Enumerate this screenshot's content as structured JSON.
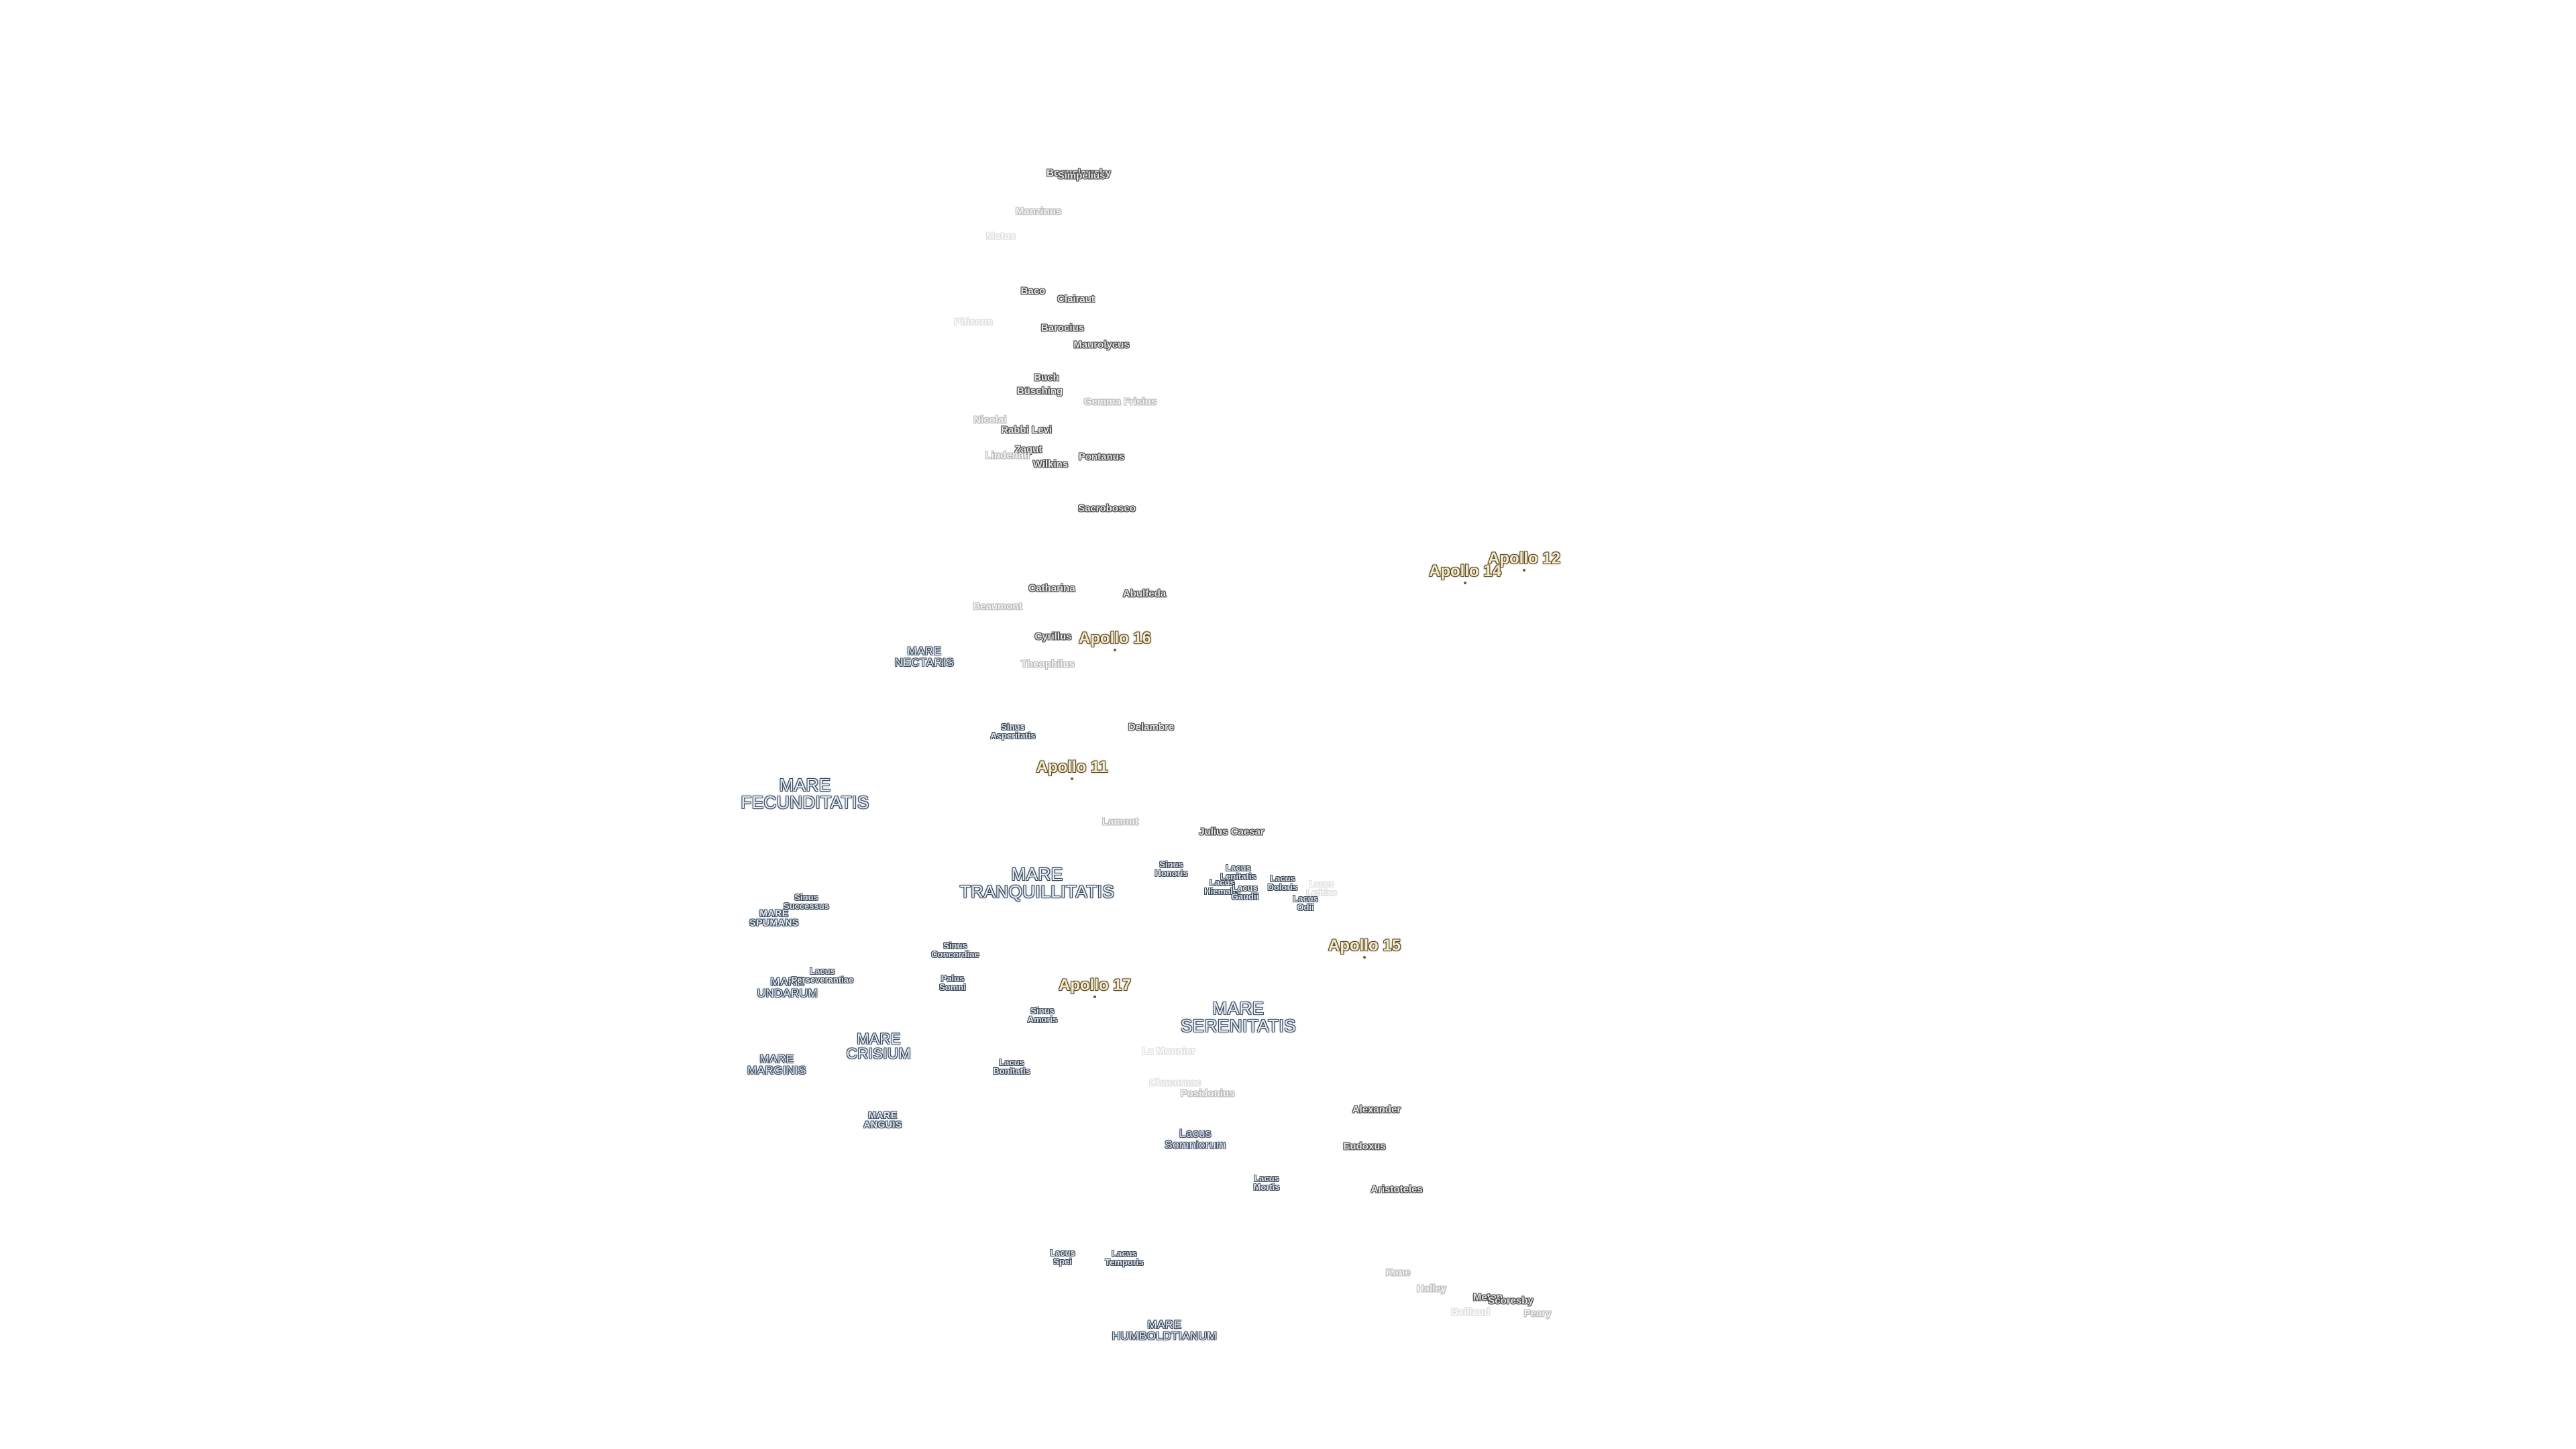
{
  "map": {
    "craters": [
      "Boguslawsky",
      "Simpelius",
      "Manzinus",
      "Mutus",
      "Baco",
      "Clairaut",
      "Pitiscus",
      "Barocius",
      "Maurolycus",
      "Buch",
      "Büsching",
      "Gemma Frisius",
      "Nicolai",
      "Rabbi Levi",
      "Zagut",
      "Lindenau",
      "Wilkins",
      "Pontanus",
      "Sacrobosco",
      "Catharina",
      "Abulfeda",
      "Beaumont",
      "Cyrillus",
      "Theophilus",
      "Delambre",
      "Lamont",
      "Julius Caesar",
      "La Monnier",
      "Chacornac",
      "Posidonius",
      "Alexander",
      "Eudoxus",
      "Aristoteles",
      "Kane",
      "Halley",
      "Meton",
      "Scoresby",
      "Baillaud",
      "Peary"
    ],
    "craters_partial": [
      "Simpelius overlap top",
      "Lacus Odii"
    ],
    "seas": [
      "MARE\nNECTARIS",
      "MARE\nFECUNDITATIS",
      "MARE\nTRANQUILLITATIS",
      "MARE\nSPUMANS",
      "MARE\nUNDARUM",
      "MARE\nCRISIUM",
      "MARE\nMARGINIS",
      "MARE\nANGUIS",
      "MARE\nSERENITATIS",
      "MARE\nHUMBOLDTIANUM"
    ],
    "small_features": [
      "Sinus\nAsperitatis",
      "Sinus\nSuccessus",
      "Sinus\nConcordiae",
      "Lacus\nPerseverantiae",
      "Palus\nSomni",
      "Sinus\nAmoris",
      "Lacus\nBonitatis",
      "Sinus\nHonoris",
      "Lacus\nLenitatis",
      "Lacus\nHiemalis",
      "Lacus\nGaudii",
      "Lacus\nDoloris",
      "Lacus\nOdii",
      "Lacus\nLetitiae",
      "Lacus\nSomniorum",
      "Lacus\nMortis",
      "Lacus\nSpei",
      "Lacus\nTemporis"
    ],
    "apollo": [
      "Apollo 12",
      "Apollo 14",
      "Apollo 16",
      "Apollo 11",
      "Apollo 15",
      "Apollo 17"
    ]
  }
}
